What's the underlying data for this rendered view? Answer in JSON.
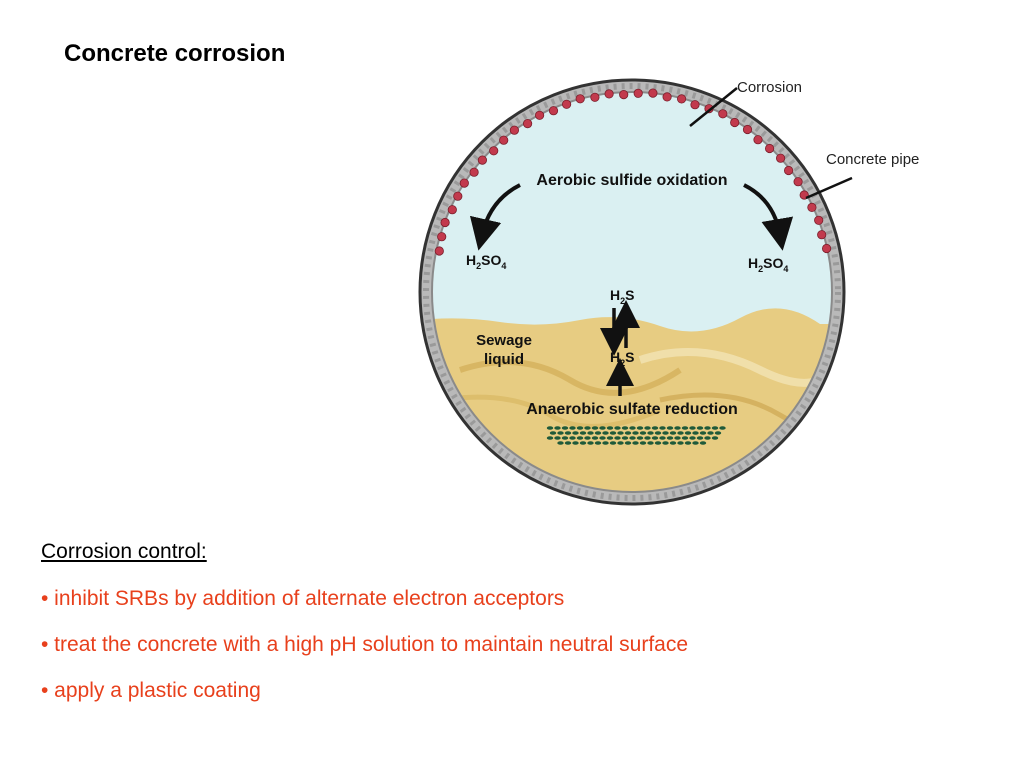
{
  "title": "Concrete corrosion",
  "diagram": {
    "callout_corrosion": "Corrosion",
    "callout_pipe": "Concrete pipe",
    "aerobic_label": "Aerobic sulfide oxidation",
    "anaerobic_label": "Anaerobic sulfate reduction",
    "sewage_line1": "Sewage",
    "sewage_line2": "liquid",
    "h2so4_left": {
      "main": "H",
      "sub1": "2",
      "mid": "SO",
      "sub2": "4"
    },
    "h2so4_right": {
      "main": "H",
      "sub1": "2",
      "mid": "SO",
      "sub2": "4"
    },
    "h2s_upper": {
      "main": "H",
      "sub": "2",
      "tail": "S"
    },
    "h2s_lower": {
      "main": "H",
      "sub": "2",
      "tail": "S"
    },
    "colors": {
      "concrete": "#b9b9b9",
      "air": "#daf0f2",
      "sewage": "#e7cc82",
      "corrosion": "#c23a4d",
      "sludge": "#1f5a3a"
    }
  },
  "control": {
    "heading": "Corrosion control:",
    "bullets": [
      "• inhibit SRBs by addition of alternate electron acceptors",
      "• treat the concrete with a high pH solution to maintain neutral surface",
      "• apply a plastic coating"
    ]
  }
}
